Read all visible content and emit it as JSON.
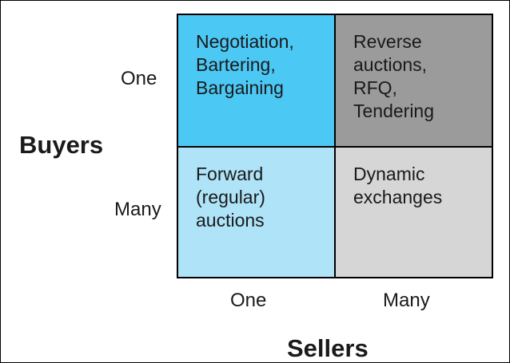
{
  "axes": {
    "y_title": "Buyers",
    "x_title": "Sellers",
    "rows": [
      "One",
      "Many"
    ],
    "cols": [
      "One",
      "Many"
    ]
  },
  "cells": {
    "one_buyer_one_seller": {
      "lines": [
        "Negotiation,",
        "Bartering,",
        "Bargaining"
      ],
      "color": "#4cc8f5"
    },
    "one_buyer_many_sellers": {
      "lines": [
        "Reverse",
        "auctions,",
        "RFQ,",
        "Tendering"
      ],
      "color": "#9b9b9b"
    },
    "many_buyers_one_seller": {
      "lines": [
        "Forward",
        "(regular)",
        "auctions"
      ],
      "color": "#aee3f8"
    },
    "many_buyers_many_sellers": {
      "lines": [
        "Dynamic",
        "exchanges"
      ],
      "color": "#d6d6d6"
    }
  }
}
